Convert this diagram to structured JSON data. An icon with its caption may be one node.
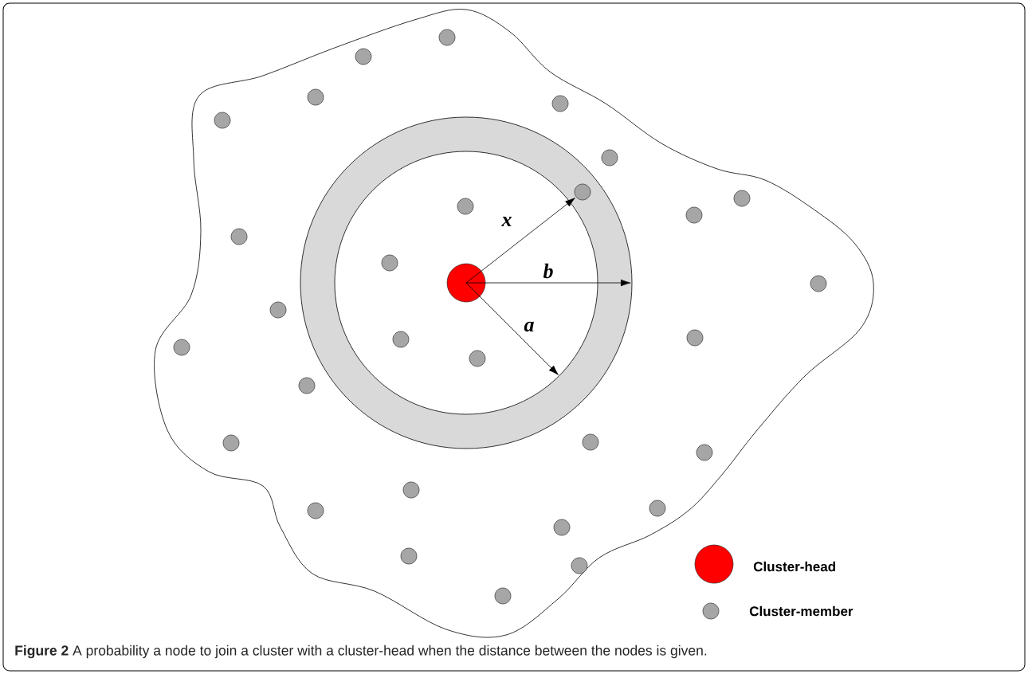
{
  "diagram": {
    "caption": "**Figure 2** A probability a node to join a cluster with a cluster-head when the distance between the nodes is given.",
    "nodes": [
      {
        "text": [],
        "shape": "cloud"
      },
      {
        "text": [],
        "shape": "circle",
        "in": 0
      },
      {
        "text": [],
        "shape": "circle",
        "in": 0
      },
      {
        "text": [],
        "shape": "circle",
        "in": 0
      },
      {
        "text": [],
        "shape": "circle",
        "in": 0
      },
      {
        "text": [],
        "shape": "circle",
        "in": 0
      },
      {
        "text": [],
        "shape": "circle",
        "in": 0
      },
      {
        "text": [],
        "shape": "circle",
        "in": 0
      },
      {
        "text": [],
        "shape": "circle",
        "in": 0
      },
      {
        "text": [],
        "shape": "circle",
        "in": 0
      },
      {
        "text": [],
        "shape": "circle",
        "in": 0
      },
      {
        "text": [],
        "shape": "circle",
        "in": 0
      },
      {
        "text": [],
        "shape": "circle",
        "in": 0
      },
      {
        "text": [],
        "shape": "circle",
        "in": 0
      },
      {
        "text": [],
        "shape": "circle",
        "in": 0
      },
      {
        "text": [],
        "shape": "circle",
        "in": 0
      },
      {
        "text": [],
        "shape": "circle",
        "in": 0
      },
      {
        "text": [],
        "shape": "circle",
        "in": 0
      },
      {
        "text": [],
        "shape": "circle",
        "in": 0
      },
      {
        "text": [],
        "shape": "circle",
        "in": 0
      },
      {
        "text": [],
        "shape": "circle",
        "in": 0
      },
      {
        "text": [],
        "shape": "circle",
        "in": 0
      },
      {
        "text": [],
        "shape": "circle",
        "in": 0
      },
      {
        "text": [],
        "shape": "circle",
        "in": 0
      },
      {
        "text": [],
        "shape": "circle",
        "in": 0
      },
      {
        "text": [],
        "shape": "circle",
        "in": 0
      },
      {
        "text": [],
        "shape": "circle",
        "in": 0
      },
      {
        "text": [],
        "shape": "circle",
        "in": 0
      },
      {
        "text": [],
        "shape": "circle",
        "in": 0
      },
      {
        "text": [],
        "shape": "circle",
        "in": 0
      },
      {
        "text": [],
        "shape": "circle",
        "in": 0
      }
    ],
    "edges": [
      {
        "from": 13,
        "to": 7,
        "arrow": "to",
        "label": "x"
      }
    ],
    "labels": [
      "b",
      "a"
    ],
    "legend": [
      {
        "text": "Cluster-head",
        "color": "#ff0000"
      },
      {
        "text": "Cluster-member",
        "color": "#a6a6a6"
      }
    ]
  }
}
